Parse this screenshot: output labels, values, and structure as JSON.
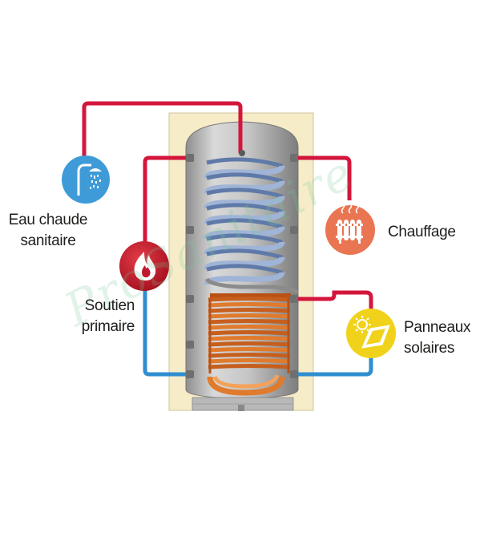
{
  "labels": {
    "eau_chaude": [
      "Eau chaude",
      "sanitaire"
    ],
    "chauffage": "Chauffage",
    "soutien": [
      "Soutien",
      "primaire"
    ],
    "panneaux": [
      "Panneaux",
      "solaires"
    ]
  },
  "watermark": "ProSanitaire",
  "colors": {
    "hot_pipe": "#d4163c",
    "cold_pipe": "#2f8ed0",
    "copper_coil": "#e07a2c",
    "steel_coil": "#9fb4d6",
    "tank_body": "#c9c9c9",
    "casing": "#f6ecc8",
    "shower_circle": "#3f9bd7",
    "radiator_circle": "#ea7552",
    "flame_circle": "#c0192f",
    "solar_circle": "#f1d21a"
  },
  "icons": [
    "shower-icon",
    "radiator-icon",
    "flame-icon",
    "solar-panel-icon"
  ]
}
